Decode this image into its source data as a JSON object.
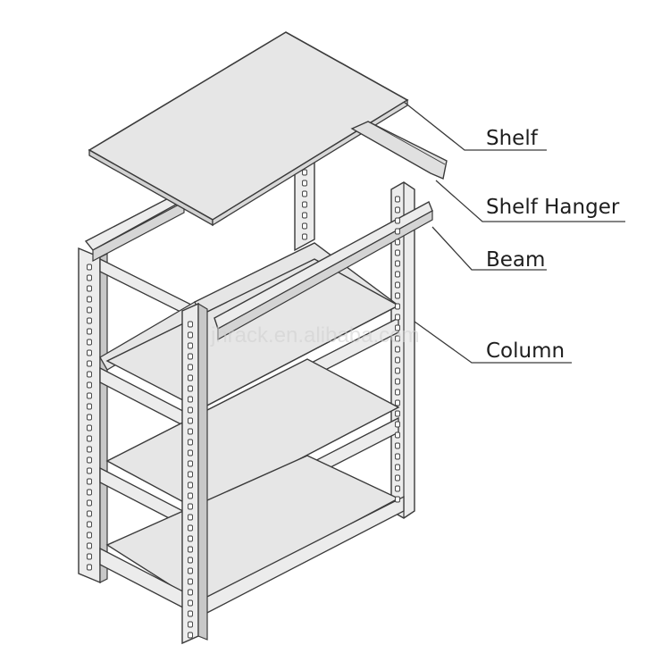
{
  "labels": {
    "shelf": "Shelf",
    "shelf_hanger": "Shelf Hanger",
    "beam": "Beam",
    "column": "Column"
  },
  "watermark": "jhrack.en.alibaba.com",
  "colors": {
    "line": "#3a3a3a",
    "panel": "#e6e6e6",
    "panel_side": "#d2d2d2",
    "metal": "#ececec",
    "metal_dark": "#c8c8c8",
    "hole": "#ffffff",
    "text": "#1e1e1e"
  }
}
